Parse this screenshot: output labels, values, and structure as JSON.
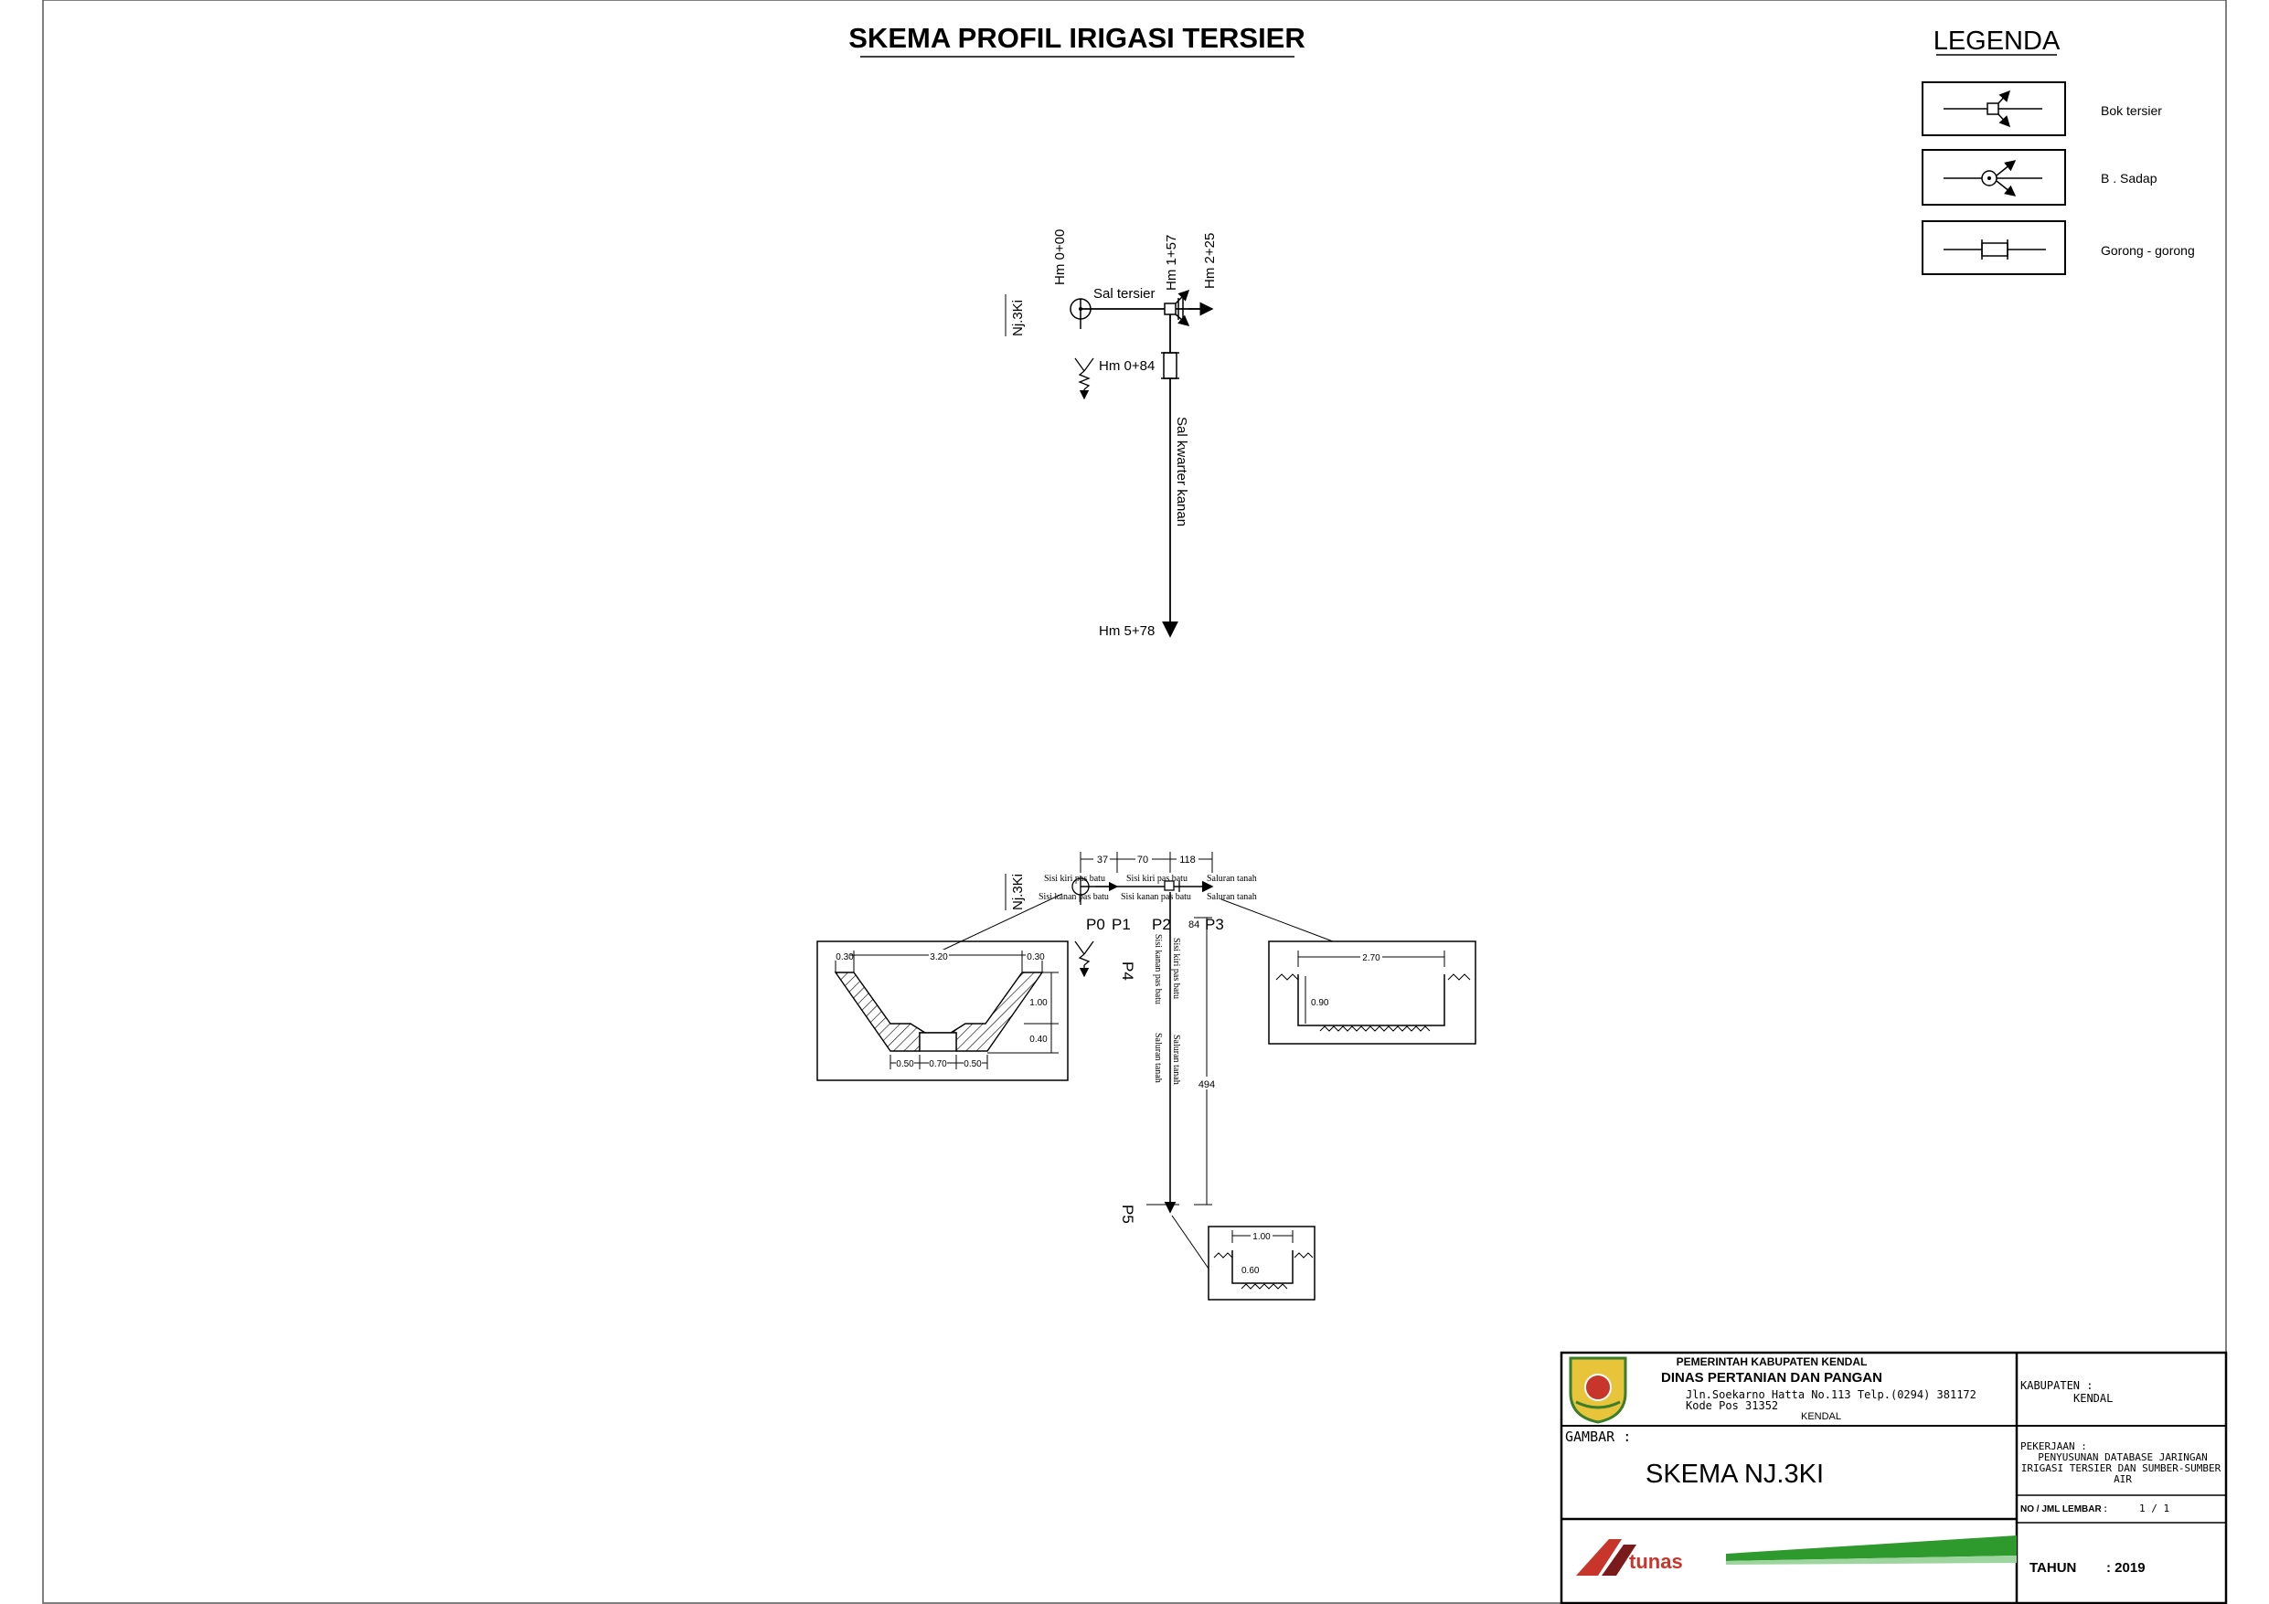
{
  "title": "SKEMA PROFIL IRIGASI TERSIER",
  "legend": {
    "title": "LEGENDA",
    "items": [
      {
        "label": "Bok tersier",
        "symbol": "bok-tersier-icon"
      },
      {
        "label": "B . Sadap",
        "symbol": "bangunan-sadap-icon"
      },
      {
        "label": "Gorong - gorong",
        "symbol": "gorong-gorong-icon"
      }
    ]
  },
  "scheme": {
    "station_label": "Nj.3Ki",
    "hm_000": "Hm 0+00",
    "hm_157": "Hm 1+57",
    "hm_225": "Hm 2+25",
    "hm_084": "Hm 0+84",
    "hm_578": "Hm 5+78",
    "sal_tersier": "Sal tersier",
    "sal_kwarter": "Sal kwarter kanan"
  },
  "profile": {
    "station_label": "Nj.3Ki",
    "dim_37": "37",
    "dim_70": "70",
    "dim_118": "118",
    "dim_84": "84",
    "dim_494": "494",
    "p0": "P0",
    "p1": "P1",
    "p2": "P2",
    "p3": "P3",
    "p4": "P4",
    "p5": "P5",
    "seg1_top": "Sisi kiri pas batu",
    "seg1_bot": "Sisi kanan pas batu",
    "seg2_top": "Sisi kiri pas batu",
    "seg2_bot": "Sisi kanan pas batu",
    "seg3_top": "Saluran tanah",
    "seg3_bot": "Saluran tanah",
    "vert_a": "Sisi kiri pas batu",
    "vert_b": "Sisi kanan pas batu",
    "vert_c": "Saluran tanah",
    "vert_d": "Saluran tanah"
  },
  "sections": {
    "trap": {
      "w_top": "3.20",
      "side_l": "0.30",
      "side_r": "0.30",
      "h1": "1.00",
      "h2": "0.40",
      "b1": "0.50",
      "b2": "0.70",
      "b3": "0.50"
    },
    "rect1": {
      "w": "2.70",
      "h": "0.90"
    },
    "rect2": {
      "w": "1.00",
      "h": "0.60"
    }
  },
  "titleblock": {
    "org1": "PEMERINTAH KABUPATEN KENDAL",
    "org2": "DINAS PERTANIAN DAN PANGAN",
    "addr1": "Jln.Soekarno Hatta No.113 Telp.(0294) 381172",
    "addr2": "Kode Pos 31352",
    "city": "KENDAL",
    "gambar_label": "GAMBAR :",
    "gambar_value": "SKEMA NJ.3KI",
    "kab_label": "KABUPATEN :",
    "kab_value": "KENDAL",
    "pek_label": "PEKERJAAN :",
    "pek_value1": "PENYUSUNAN DATABASE JARINGAN",
    "pek_value2": "IRIGASI TERSIER DAN SUMBER-SUMBER",
    "pek_value3": "AIR",
    "lembar_label": "NO / JML LEMBAR :",
    "lembar_value": "1 / 1",
    "tahun_label": "TAHUN",
    "tahun_value": ": 2019",
    "logo_text": "tunas"
  }
}
